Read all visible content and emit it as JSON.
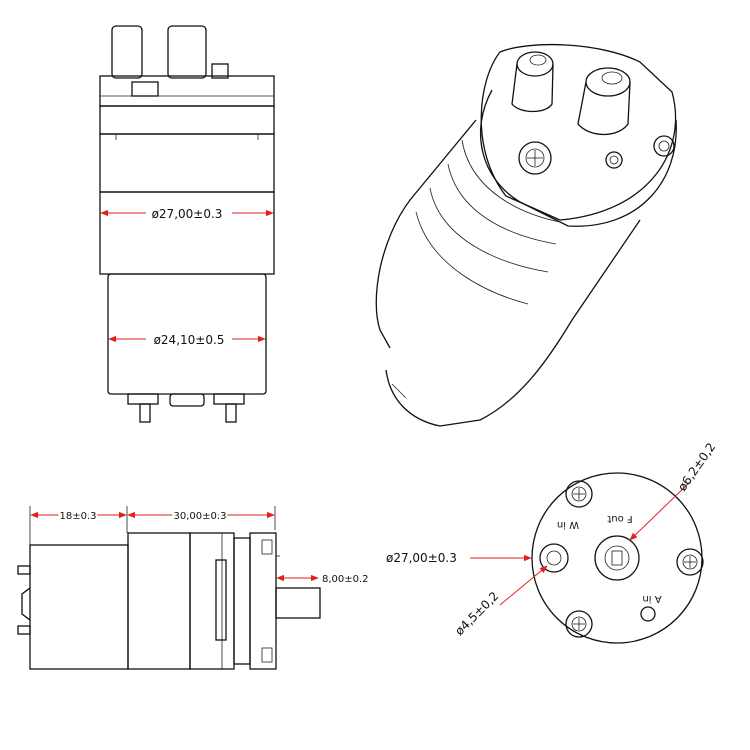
{
  "front_view": {
    "body_diameter": "ø27,00±0.3",
    "motor_diameter": "ø24,10±0.5"
  },
  "side_view": {
    "motor_length": "18±0.3",
    "pump_length": "30,00±0.3",
    "nozzle_length": "8,00±0.2"
  },
  "end_view": {
    "outer_diameter": "ø27,00±0.3",
    "port_out_diameter": "ø6,2±0,2",
    "port_small_diameter": "ø4,5±0,2",
    "label_w_in": "W in",
    "label_f_out": "F out",
    "label_a_in": "A in"
  }
}
